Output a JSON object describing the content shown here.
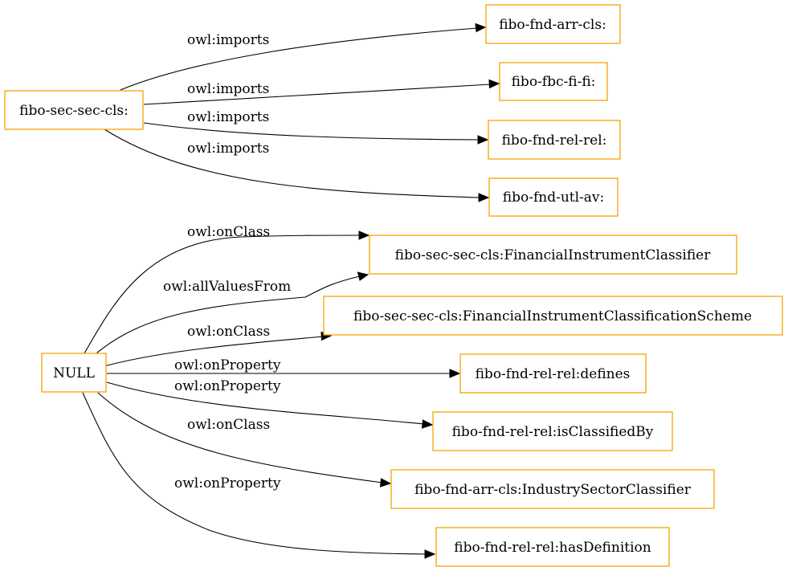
{
  "colors": {
    "node_border": "#f5a500",
    "edge": "#000000",
    "background": "#ffffff"
  },
  "nodes": {
    "sec_cls": "fibo-sec-sec-cls:",
    "arr_cls": "fibo-fnd-arr-cls:",
    "fbc_fi": "fibo-fbc-fi-fi:",
    "rel_rel": "fibo-fnd-rel-rel:",
    "utl_av": "fibo-fnd-utl-av:",
    "null": "NULL",
    "fin_classifier": "fibo-sec-sec-cls:FinancialInstrumentClassifier",
    "fin_scheme": "fibo-sec-sec-cls:FinancialInstrumentClassificationScheme",
    "defines": "fibo-fnd-rel-rel:defines",
    "is_classified_by": "fibo-fnd-rel-rel:isClassifiedBy",
    "industry_sector": "fibo-fnd-arr-cls:IndustrySectorClassifier",
    "has_definition": "fibo-fnd-rel-rel:hasDefinition"
  },
  "edges": {
    "e1": "owl:imports",
    "e2": "owl:imports",
    "e3": "owl:imports",
    "e4": "owl:imports",
    "e5": "owl:onClass",
    "e6": "owl:allValuesFrom",
    "e7": "owl:onClass",
    "e8": "owl:onProperty",
    "e9": "owl:onProperty",
    "e10": "owl:onClass",
    "e11": "owl:onProperty"
  }
}
